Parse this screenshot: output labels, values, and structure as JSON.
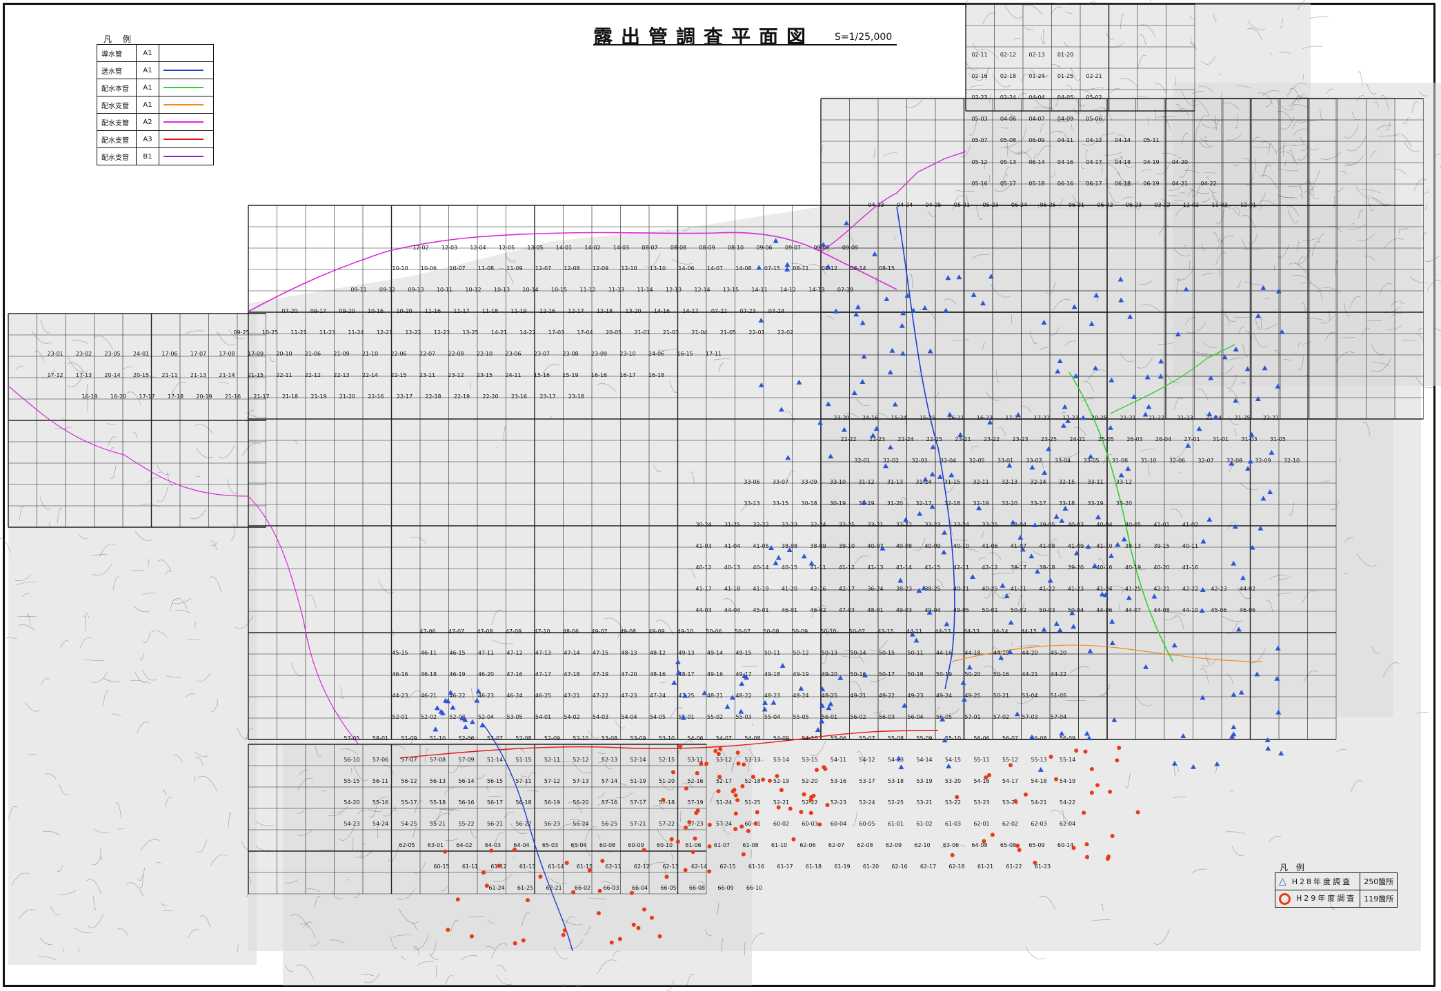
{
  "title": "露出管調査平面図",
  "scale": "S=1/25,000",
  "pipe_legend": {
    "heading": "凡 例",
    "rows": [
      {
        "name": "導水管",
        "code": "A1",
        "color": ""
      },
      {
        "name": "送水管",
        "code": "A1",
        "color": "#1f3fd0"
      },
      {
        "name": "配水本管",
        "code": "A1",
        "color": "#2fd12f"
      },
      {
        "name": "配水支管",
        "code": "A1",
        "color": "#f08a1c"
      },
      {
        "name": "配水支管",
        "code": "A2",
        "color": "#e21de2"
      },
      {
        "name": "配水支管",
        "code": "A3",
        "color": "#e01818"
      },
      {
        "name": "配水支管",
        "code": "B1",
        "color": "#7a2ad6"
      }
    ]
  },
  "survey_legend": {
    "heading": "凡 例",
    "rows": [
      {
        "marker": "triangle-icon",
        "label": "H28年度調査",
        "count": "250箇所",
        "color": "#2b55d6"
      },
      {
        "marker": "circle-icon",
        "label": "H29年度調査",
        "count": "119箇所",
        "color": "#e83a14"
      }
    ]
  },
  "sheet_labels": [
    "02-11",
    "02-12",
    "02-13",
    "01-20",
    "02-16",
    "02-18",
    "01-24",
    "01-25",
    "02-21",
    "02-23",
    "02-24",
    "04-04",
    "04-05",
    "05-02",
    "05-03",
    "04-06",
    "04-07",
    "04-09",
    "05-06",
    "05-07",
    "05-08",
    "06-09",
    "04-11",
    "04-12",
    "04-14",
    "05-11",
    "05-12",
    "05-13",
    "06-14",
    "04-16",
    "04-17",
    "04-18",
    "04-19",
    "04-20",
    "05-16",
    "05-17",
    "05-18",
    "06-16",
    "06-17",
    "06-18",
    "06-19",
    "04-21",
    "04-22",
    "04-23",
    "04-24",
    "04-25",
    "05-21",
    "05-23",
    "06-24",
    "06-25",
    "06-21",
    "06-22",
    "06-23",
    "03-22",
    "11-02",
    "11-03",
    "12-01",
    "12-02",
    "12-03",
    "12-04",
    "12-05",
    "13-05",
    "14-01",
    "14-02",
    "14-03",
    "08-07",
    "08-08",
    "08-09",
    "08-10",
    "09-06",
    "09-07",
    "09-08",
    "09-09",
    "10-10",
    "10-06",
    "10-07",
    "11-08",
    "11-09",
    "12-07",
    "12-08",
    "12-09",
    "12-10",
    "13-10",
    "14-06",
    "14-07",
    "14-08",
    "07-15",
    "08-11",
    "08-12",
    "08-14",
    "08-15",
    "09-11",
    "09-12",
    "09-13",
    "10-11",
    "10-12",
    "10-13",
    "10-14",
    "10-15",
    "11-12",
    "11-13",
    "11-14",
    "12-13",
    "12-14",
    "13-15",
    "14-11",
    "14-12",
    "14-13",
    "07-19",
    "07-20",
    "09-17",
    "09-20",
    "10-16",
    "10-20",
    "11-16",
    "11-17",
    "11-18",
    "11-19",
    "12-16",
    "12-17",
    "12-18",
    "13-20",
    "14-16",
    "14-17",
    "07-22",
    "07-23",
    "07-24",
    "09-25",
    "10-25",
    "11-21",
    "11-23",
    "11-24",
    "12-21",
    "12-22",
    "12-23",
    "13-25",
    "14-21",
    "14-22",
    "17-03",
    "17-04",
    "20-05",
    "21-01",
    "21-03",
    "21-04",
    "21-05",
    "22-01",
    "22-02",
    "23-01",
    "23-02",
    "23-05",
    "24-01",
    "17-06",
    "17-07",
    "17-08",
    "17-09",
    "20-10",
    "21-06",
    "21-09",
    "21-10",
    "22-06",
    "22-07",
    "22-08",
    "22-10",
    "23-06",
    "23-07",
    "23-08",
    "23-09",
    "23-10",
    "24-06",
    "16-15",
    "17-11",
    "17-12",
    "17-13",
    "20-14",
    "20-15",
    "21-11",
    "21-13",
    "21-14",
    "21-15",
    "22-11",
    "22-12",
    "22-13",
    "22-14",
    "22-15",
    "23-11",
    "23-12",
    "23-15",
    "24-11",
    "15-16",
    "15-19",
    "16-16",
    "16-17",
    "16-18",
    "16-19",
    "16-20",
    "17-17",
    "17-18",
    "20-19",
    "21-16",
    "21-17",
    "21-18",
    "21-19",
    "21-20",
    "22-16",
    "22-17",
    "22-18",
    "22-19",
    "22-20",
    "23-16",
    "23-17",
    "23-18",
    "23-20",
    "24-16",
    "15-24",
    "15-25",
    "16-21",
    "16-23",
    "17-21",
    "17-22",
    "17-23",
    "20-25",
    "21-21",
    "21-22",
    "21-23",
    "21-24",
    "21-25",
    "22-21",
    "22-22",
    "22-23",
    "22-24",
    "22-25",
    "23-21",
    "23-22",
    "23-23",
    "23-25",
    "24-21",
    "25-05",
    "26-03",
    "26-04",
    "27-01",
    "31-01",
    "31-03",
    "31-05",
    "32-01",
    "32-02",
    "32-03",
    "32-04",
    "32-05",
    "33-01",
    "33-02",
    "33-04",
    "33-05",
    "31-08",
    "31-10",
    "32-06",
    "32-07",
    "32-08",
    "32-09",
    "32-10",
    "33-06",
    "33-07",
    "33-09",
    "33-10",
    "31-12",
    "31-13",
    "31-14",
    "31-15",
    "32-11",
    "32-13",
    "32-14",
    "32-15",
    "33-11",
    "33-12",
    "33-13",
    "33-15",
    "30-18",
    "30-19",
    "31-19",
    "31-20",
    "32-17",
    "32-18",
    "32-19",
    "32-20",
    "33-17",
    "33-18",
    "33-19",
    "33-20",
    "30-24",
    "31-25",
    "32-22",
    "32-23",
    "32-24",
    "32-25",
    "33-21",
    "33-22",
    "33-23",
    "33-24",
    "33-25",
    "38-04",
    "39-05",
    "40-03",
    "40-04",
    "40-05",
    "41-01",
    "41-02",
    "41-03",
    "41-04",
    "41-05",
    "38-08",
    "38-09",
    "39-10",
    "40-07",
    "40-08",
    "40-09",
    "40-10",
    "41-06",
    "41-07",
    "41-08",
    "41-09",
    "41-10",
    "38-13",
    "39-15",
    "40-11",
    "40-12",
    "40-13",
    "40-14",
    "40-15",
    "41-11",
    "41-12",
    "41-13",
    "41-14",
    "41-15",
    "42-11",
    "42-12",
    "39-17",
    "38-18",
    "39-20",
    "40-16",
    "40-19",
    "40-20",
    "41-16",
    "41-17",
    "41-18",
    "41-19",
    "41-20",
    "42-16",
    "42-17",
    "36-24",
    "38-23",
    "38-25",
    "40-21",
    "40-25",
    "41-21",
    "41-22",
    "41-23",
    "41-24",
    "41-25",
    "42-21",
    "42-22",
    "42-23",
    "44-02",
    "44-03",
    "44-04",
    "45-01",
    "46-01",
    "46-02",
    "47-03",
    "48-01",
    "49-03",
    "49-04",
    "49-05",
    "50-01",
    "50-02",
    "50-03",
    "50-04",
    "44-06",
    "44-07",
    "44-08",
    "44-10",
    "45-06",
    "46-06",
    "47-06",
    "47-07",
    "47-08",
    "47-09",
    "47-10",
    "48-06",
    "49-07",
    "49-08",
    "49-09",
    "49-10",
    "50-06",
    "50-07",
    "50-08",
    "50-09",
    "50-10",
    "50-07",
    "43-15",
    "44-11",
    "44-12",
    "44-13",
    "44-14",
    "44-15",
    "45-15",
    "46-11",
    "46-15",
    "47-11",
    "47-12",
    "47-13",
    "47-14",
    "47-15",
    "48-13",
    "48-12",
    "49-13",
    "49-14",
    "49-15",
    "50-11",
    "50-12",
    "50-13",
    "50-14",
    "50-15",
    "50-11",
    "44-16",
    "44-18",
    "44-19",
    "44-20",
    "45-20",
    "46-16",
    "46-18",
    "46-19",
    "46-20",
    "47-16",
    "47-17",
    "47-18",
    "47-19",
    "47-20",
    "48-16",
    "48-17",
    "49-16",
    "49-17",
    "49-18",
    "49-19",
    "49-20",
    "50-16",
    "50-17",
    "50-18",
    "50-19",
    "50-20",
    "50-16",
    "44-21",
    "44-22",
    "44-23",
    "46-21",
    "46-22",
    "46-23",
    "46-24",
    "46-25",
    "47-21",
    "47-22",
    "47-23",
    "47-24",
    "47-25",
    "48-21",
    "48-22",
    "48-23",
    "48-24",
    "48-25",
    "49-21",
    "49-22",
    "49-23",
    "49-24",
    "49-25",
    "50-21",
    "51-04",
    "51-05",
    "52-01",
    "52-02",
    "52-03",
    "52-04",
    "53-05",
    "54-01",
    "54-02",
    "54-03",
    "54-04",
    "54-05",
    "55-01",
    "55-02",
    "55-03",
    "55-04",
    "55-05",
    "56-01",
    "56-02",
    "56-03",
    "56-04",
    "56-05",
    "57-01",
    "57-02",
    "57-03",
    "57-04",
    "57-05",
    "58-01",
    "51-09",
    "51-10",
    "52-06",
    "52-07",
    "52-08",
    "52-09",
    "52-10",
    "53-08",
    "53-09",
    "53-10",
    "54-06",
    "54-07",
    "54-08",
    "54-09",
    "54-10",
    "55-06",
    "55-07",
    "55-08",
    "55-09",
    "55-10",
    "56-06",
    "56-07",
    "56-08",
    "56-09",
    "56-10",
    "57-06",
    "57-07",
    "57-08",
    "57-09",
    "51-14",
    "51-15",
    "52-11",
    "52-12",
    "52-13",
    "52-14",
    "52-15",
    "53-11",
    "53-12",
    "53-13",
    "53-14",
    "53-15",
    "54-11",
    "54-12",
    "54-13",
    "54-14",
    "54-15",
    "55-11",
    "55-12",
    "55-13",
    "55-14",
    "55-15",
    "56-11",
    "56-12",
    "56-13",
    "56-14",
    "56-15",
    "57-11",
    "57-12",
    "57-13",
    "57-14",
    "51-19",
    "51-20",
    "52-16",
    "52-17",
    "52-18",
    "52-19",
    "52-20",
    "53-16",
    "53-17",
    "53-18",
    "53-19",
    "53-20",
    "54-16",
    "54-17",
    "54-18",
    "54-19",
    "54-20",
    "55-16",
    "55-17",
    "55-18",
    "56-16",
    "56-17",
    "56-18",
    "56-19",
    "56-20",
    "57-16",
    "57-17",
    "57-18",
    "57-19",
    "51-24",
    "51-25",
    "52-21",
    "52-22",
    "52-23",
    "52-24",
    "52-25",
    "53-21",
    "53-22",
    "53-23",
    "53-25",
    "54-21",
    "54-22",
    "54-23",
    "54-24",
    "54-25",
    "55-21",
    "55-22",
    "56-21",
    "56-22",
    "56-23",
    "56-24",
    "56-25",
    "57-21",
    "57-22",
    "57-23",
    "57-24",
    "60-01",
    "60-02",
    "60-03",
    "60-04",
    "60-05",
    "61-01",
    "61-02",
    "61-03",
    "62-01",
    "62-02",
    "62-03",
    "62-04",
    "62-05",
    "63-01",
    "64-02",
    "64-03",
    "64-04",
    "65-03",
    "65-04",
    "60-08",
    "60-09",
    "60-10",
    "61-06",
    "61-07",
    "61-08",
    "61-10",
    "62-06",
    "62-07",
    "62-08",
    "62-09",
    "62-10",
    "63-06",
    "64-08",
    "65-08",
    "65-09",
    "60-14",
    "60-15",
    "61-11",
    "61-12",
    "61-13",
    "61-14",
    "61-15",
    "62-11",
    "62-12",
    "62-13",
    "62-14",
    "62-15",
    "61-16",
    "61-17",
    "61-18",
    "61-19",
    "61-20",
    "62-16",
    "62-17",
    "62-18",
    "61-21",
    "61-22",
    "61-23",
    "61-24",
    "61-25",
    "62-21",
    "66-02",
    "66-03",
    "66-04",
    "66-05",
    "66-08",
    "66-09",
    "66-10"
  ]
}
